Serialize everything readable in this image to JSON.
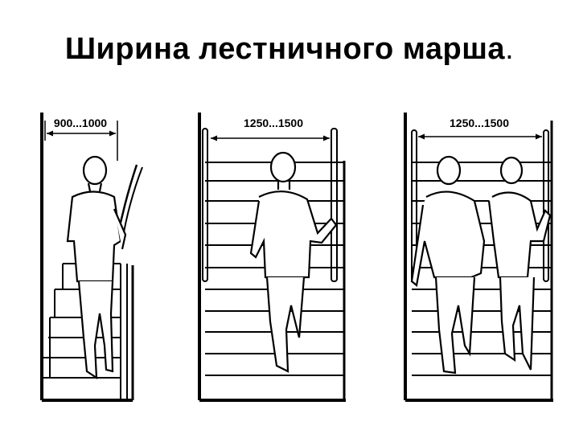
{
  "title": {
    "text": "Ширина лестничного марша",
    "trailing_dot": "."
  },
  "panels": [
    {
      "label": "900...1000",
      "people": 1
    },
    {
      "label": "1250...1500",
      "people": 1
    },
    {
      "label": "1250...1500",
      "people": 2
    }
  ],
  "colors": {
    "ink": "#000000",
    "background": "#ffffff"
  }
}
